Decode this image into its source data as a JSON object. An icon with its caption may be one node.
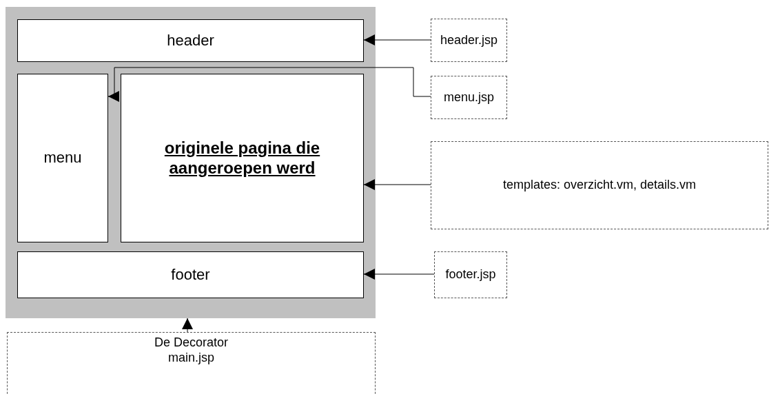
{
  "diagram": {
    "nodes": [
      {
        "text": [],
        "shape": "box"
      },
      {
        "text": [
          "header"
        ],
        "in": 0
      },
      {
        "text": [
          "menu"
        ],
        "in": 0
      },
      {
        "text": [
          "originele pagina die aangeroepen werd"
        ],
        "in": 0
      },
      {
        "text": [
          "footer"
        ],
        "in": 0
      },
      {
        "text": [
          "header.jsp"
        ]
      },
      {
        "text": [
          "menu.jsp"
        ]
      },
      {
        "text": [
          "templates: overzicht.vm, details.vm"
        ]
      },
      {
        "text": [
          "footer.jsp"
        ]
      },
      {
        "text": [
          "De Decorator",
          "main.jsp"
        ]
      }
    ],
    "edges": [
      {
        "from": 5,
        "to": 1,
        "arrow": "to"
      },
      {
        "from": 6,
        "to": 2,
        "arrow": "to"
      },
      {
        "from": 7,
        "to": 3,
        "arrow": "to"
      },
      {
        "from": 8,
        "to": 4,
        "arrow": "to"
      },
      {
        "from": 9,
        "to": 0,
        "arrow": "to"
      }
    ]
  }
}
